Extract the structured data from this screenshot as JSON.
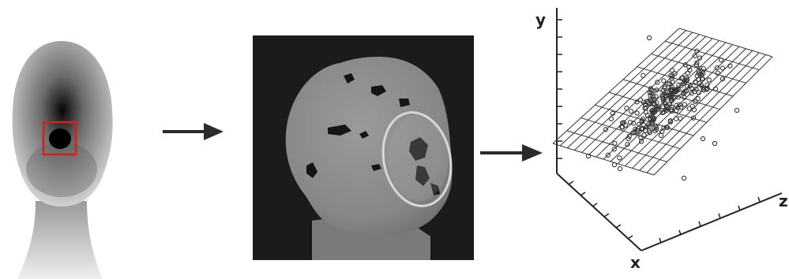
{
  "axes": {
    "y_label": "y",
    "x_label": "x",
    "z_label": "z"
  },
  "colors": {
    "roi_box": "#d91c1c",
    "arrow": "#2b2b2b",
    "ellipse": "#d8d8d8",
    "panel_bg": "#1b1b1b",
    "grid": "#333333"
  }
}
